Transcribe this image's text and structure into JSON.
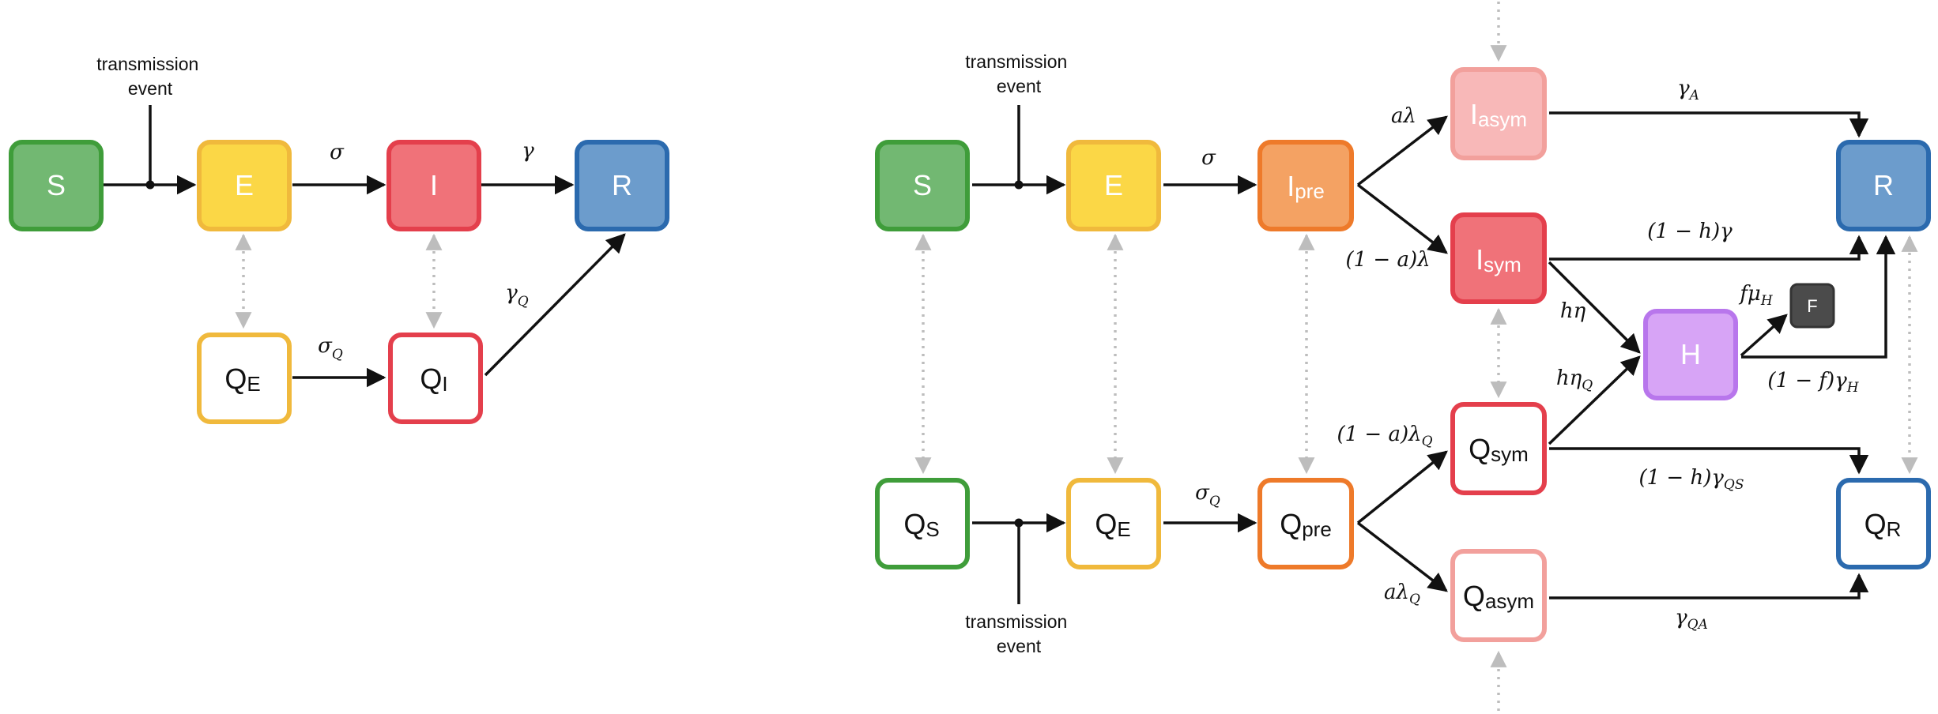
{
  "colors": {
    "green": "#3f9d3a",
    "green_fill": "#72b872",
    "yellow": "#f0b93c",
    "yellow_fill": "#fbd746",
    "red": "#e43f4c",
    "red_fill": "#f07279",
    "orange": "#ee7a2a",
    "orange_fill": "#f4a263",
    "pink": "#f2a09c",
    "pink_fill": "#f8b8b8",
    "blue": "#2b6aae",
    "blue_fill": "#6c9ccc",
    "purple": "#b876ec",
    "purple_fill": "#d7a4f6",
    "dark": "#333333",
    "dark_fill": "#4b4b4b",
    "dotted": "#bdbdbd",
    "arrow": "#111111"
  },
  "left_model": {
    "caption": [
      "transmission",
      "event"
    ],
    "nodes": {
      "S": {
        "main": "S",
        "sub": ""
      },
      "E": {
        "main": "E",
        "sub": ""
      },
      "I": {
        "main": "I",
        "sub": ""
      },
      "R": {
        "main": "R",
        "sub": ""
      },
      "QE": {
        "main": "Q",
        "sub": "E"
      },
      "QI": {
        "main": "Q",
        "sub": "I"
      }
    },
    "edges": {
      "sigma": {
        "main": "σ",
        "sub": ""
      },
      "gamma": {
        "main": "γ",
        "sub": ""
      },
      "sigma_q": {
        "main": "σ",
        "sub": "Q"
      },
      "gamma_q": {
        "main": "γ",
        "sub": "Q"
      }
    }
  },
  "right_model": {
    "caption_top": [
      "transmission",
      "event"
    ],
    "caption_bottom": [
      "transmission",
      "event"
    ],
    "nodes": {
      "S": {
        "main": "S",
        "sub": ""
      },
      "E": {
        "main": "E",
        "sub": ""
      },
      "Ipre": {
        "main": "I",
        "sub": "pre"
      },
      "Iasym": {
        "main": "I",
        "sub": "asym"
      },
      "Isym": {
        "main": "I",
        "sub": "sym"
      },
      "H": {
        "main": "H",
        "sub": ""
      },
      "F": {
        "main": "F",
        "sub": ""
      },
      "R": {
        "main": "R",
        "sub": ""
      },
      "QS": {
        "main": "Q",
        "sub": "S"
      },
      "QE": {
        "main": "Q",
        "sub": "E"
      },
      "Qpre": {
        "main": "Q",
        "sub": "pre"
      },
      "Qsym": {
        "main": "Q",
        "sub": "sym"
      },
      "Qasym": {
        "main": "Q",
        "sub": "asym"
      },
      "QR": {
        "main": "Q",
        "sub": "R"
      }
    },
    "edges": {
      "sigma": {
        "main": "σ",
        "sub": ""
      },
      "sigma_q": {
        "main": "σ",
        "sub": "Q"
      },
      "a_lambda": {
        "main": "aλ",
        "sub": ""
      },
      "one_minus_a_lambda": {
        "main": "(1 − a)λ",
        "sub": ""
      },
      "gamma_a": {
        "main": "γ",
        "sub": "A"
      },
      "one_minus_h_gamma": {
        "main": "(1 − h)γ",
        "sub": ""
      },
      "h_eta": {
        "main": "hη",
        "sub": ""
      },
      "h_eta_q": {
        "main": "hη",
        "sub": "Q"
      },
      "f_mu_h": {
        "main": "fμ",
        "sub": "H"
      },
      "one_minus_f_gamma_h": {
        "main": "(1 − f)γ",
        "sub": "H"
      },
      "one_minus_a_lambda_q": {
        "main": "(1 − a)λ",
        "sub": "Q"
      },
      "one_minus_h_gamma_qs": {
        "main": "(1 − h)γ",
        "sub": "QS"
      },
      "a_lambda_q": {
        "main": "aλ",
        "sub": "Q"
      },
      "gamma_qa": {
        "main": "γ",
        "sub": "QA"
      }
    }
  }
}
